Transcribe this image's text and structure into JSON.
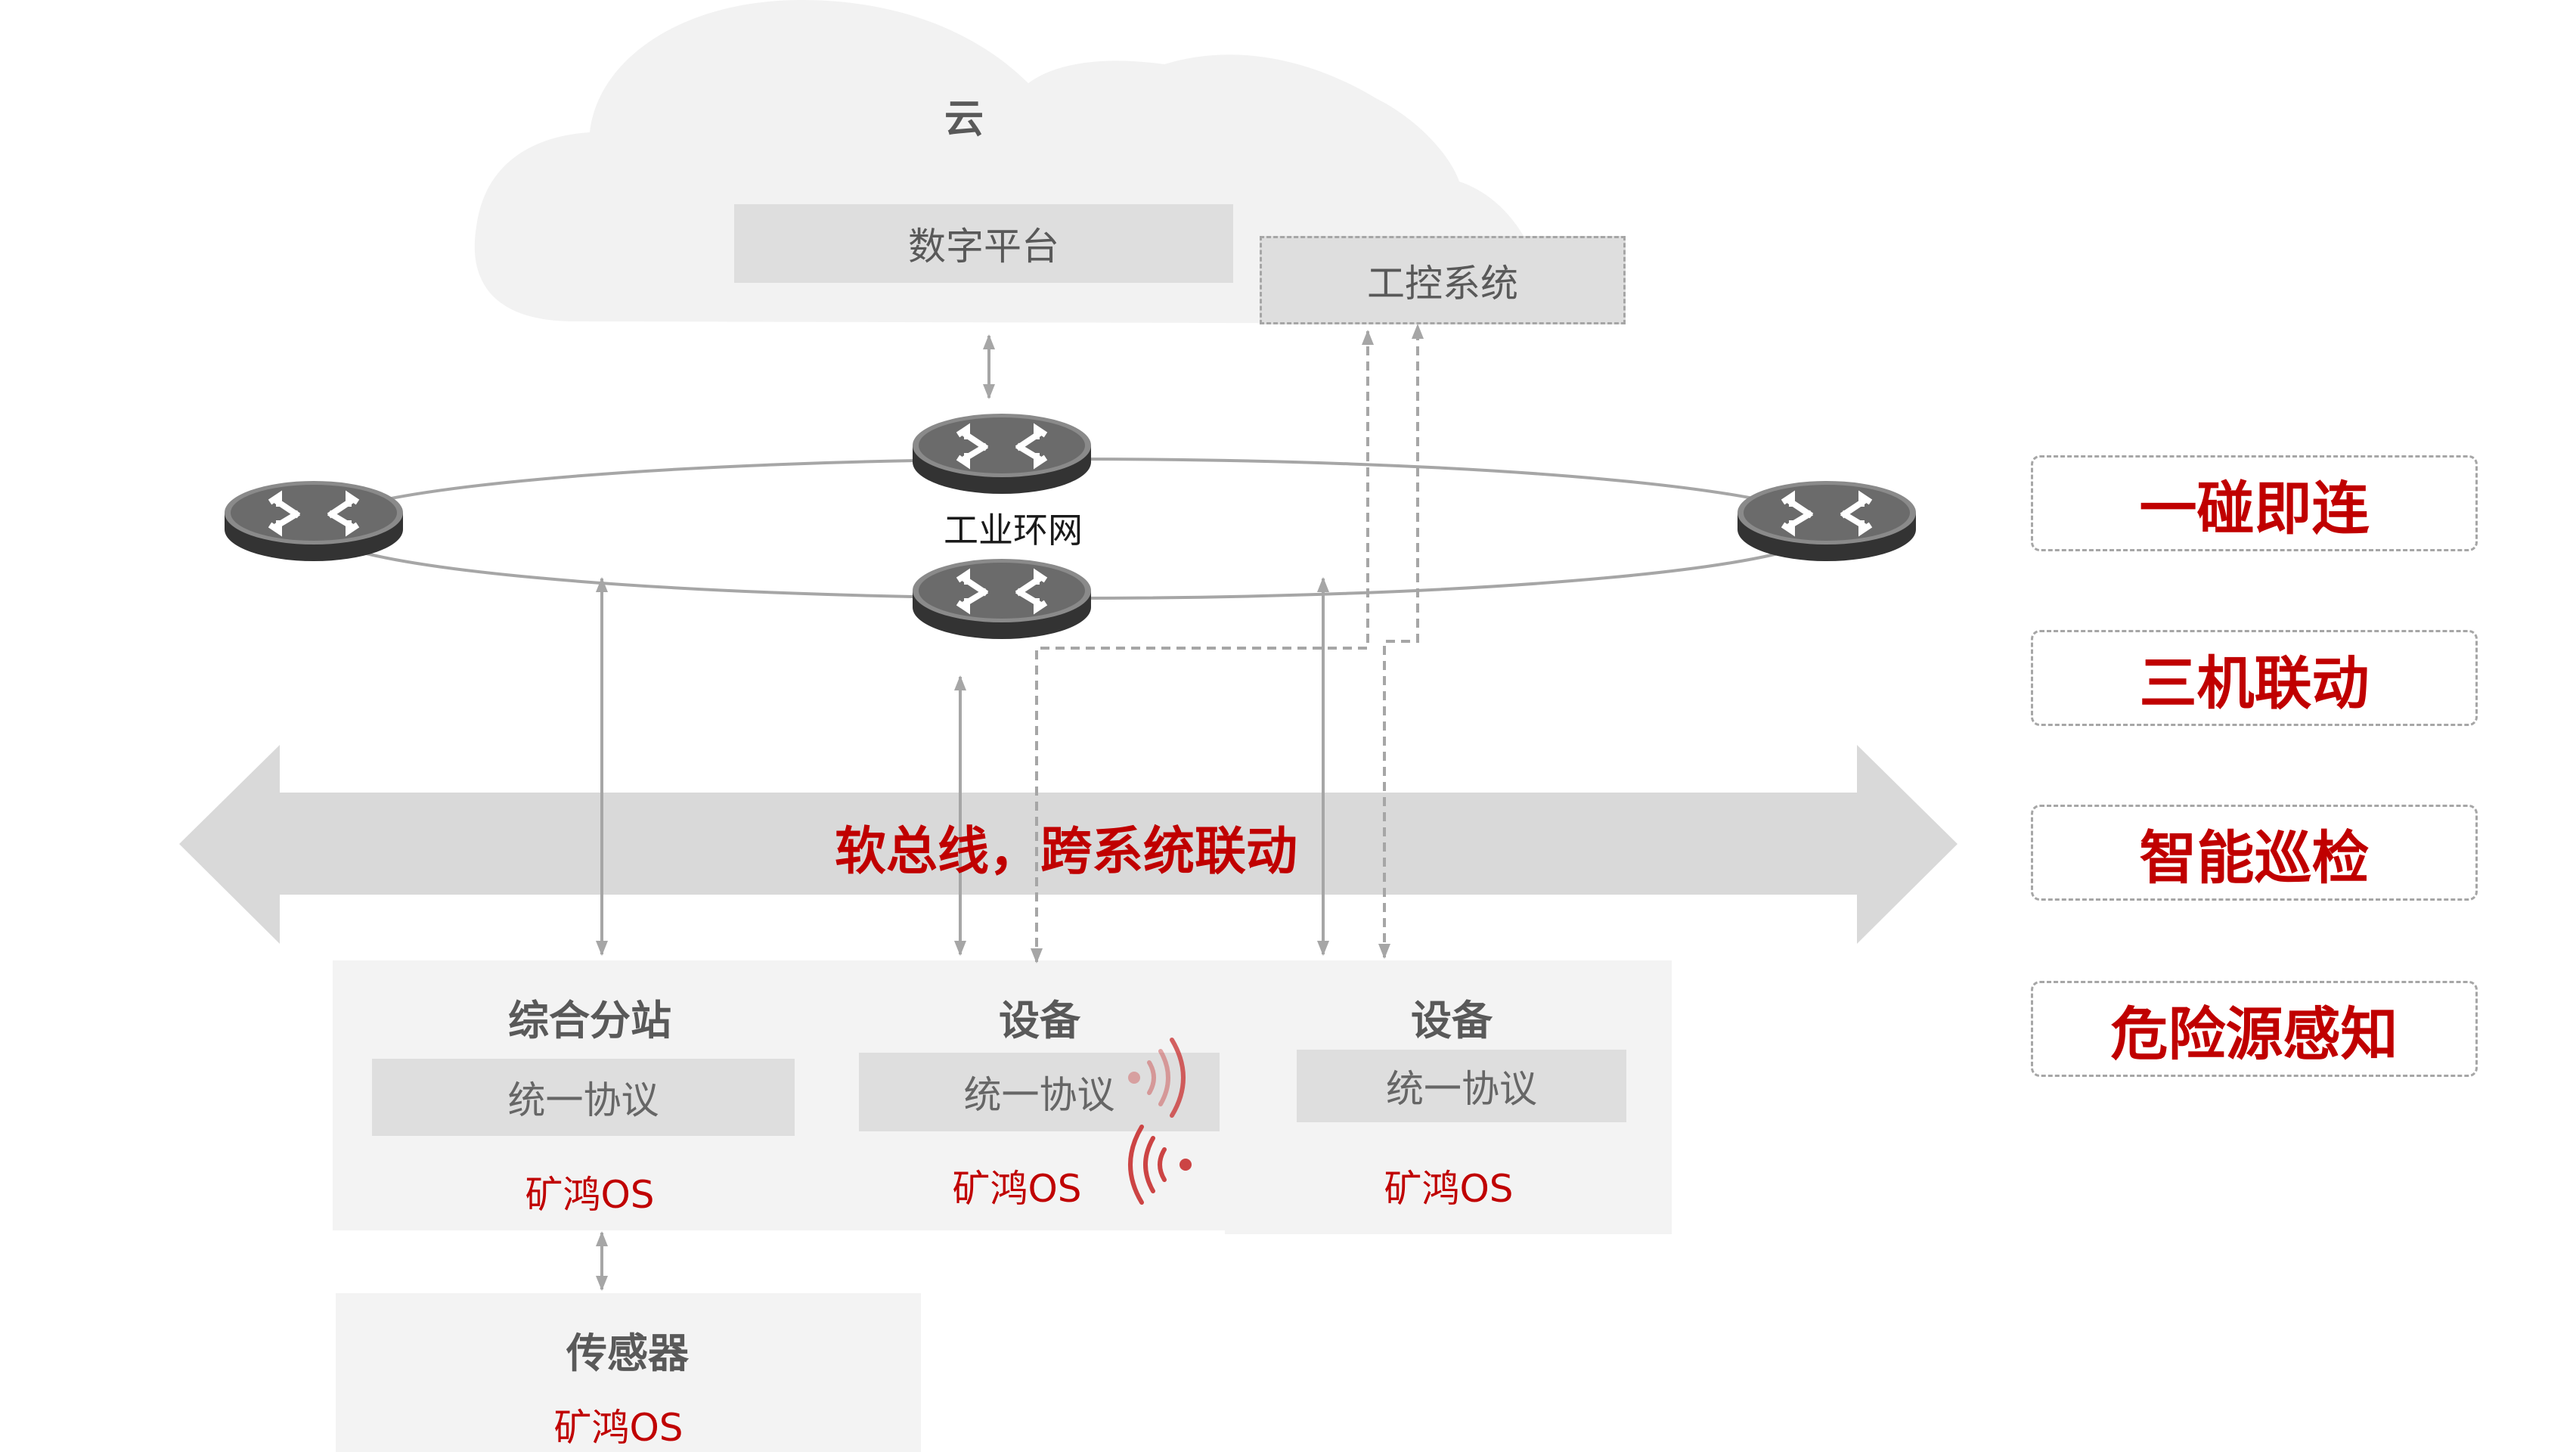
{
  "cloud": {
    "title": "云",
    "platform_label": "数字平台",
    "ics_label": "工控系统"
  },
  "ring": {
    "label": "工业环网",
    "router_icon": "switch-router-icon",
    "router_count": 4
  },
  "bus": {
    "label": "软总线，跨系统联动"
  },
  "nodes": [
    {
      "title": "综合分站",
      "protocol": "统一协议",
      "os": "矿鸿OS"
    },
    {
      "title": "设备",
      "protocol": "统一协议",
      "os": "矿鸿OS",
      "wireless": true
    },
    {
      "title": "设备",
      "protocol": "统一协议",
      "os": "矿鸿OS"
    }
  ],
  "sensor": {
    "title": "传感器",
    "os": "矿鸿OS"
  },
  "features": [
    {
      "label": "一碰即连"
    },
    {
      "label": "三机联动"
    },
    {
      "label": "智能巡检"
    },
    {
      "label": "危险源感知"
    }
  ],
  "colors": {
    "accent": "#c00000",
    "panel": "#f3f3f3",
    "box": "#dedede",
    "arrow": "#a6a6a6",
    "text": "#595959"
  }
}
